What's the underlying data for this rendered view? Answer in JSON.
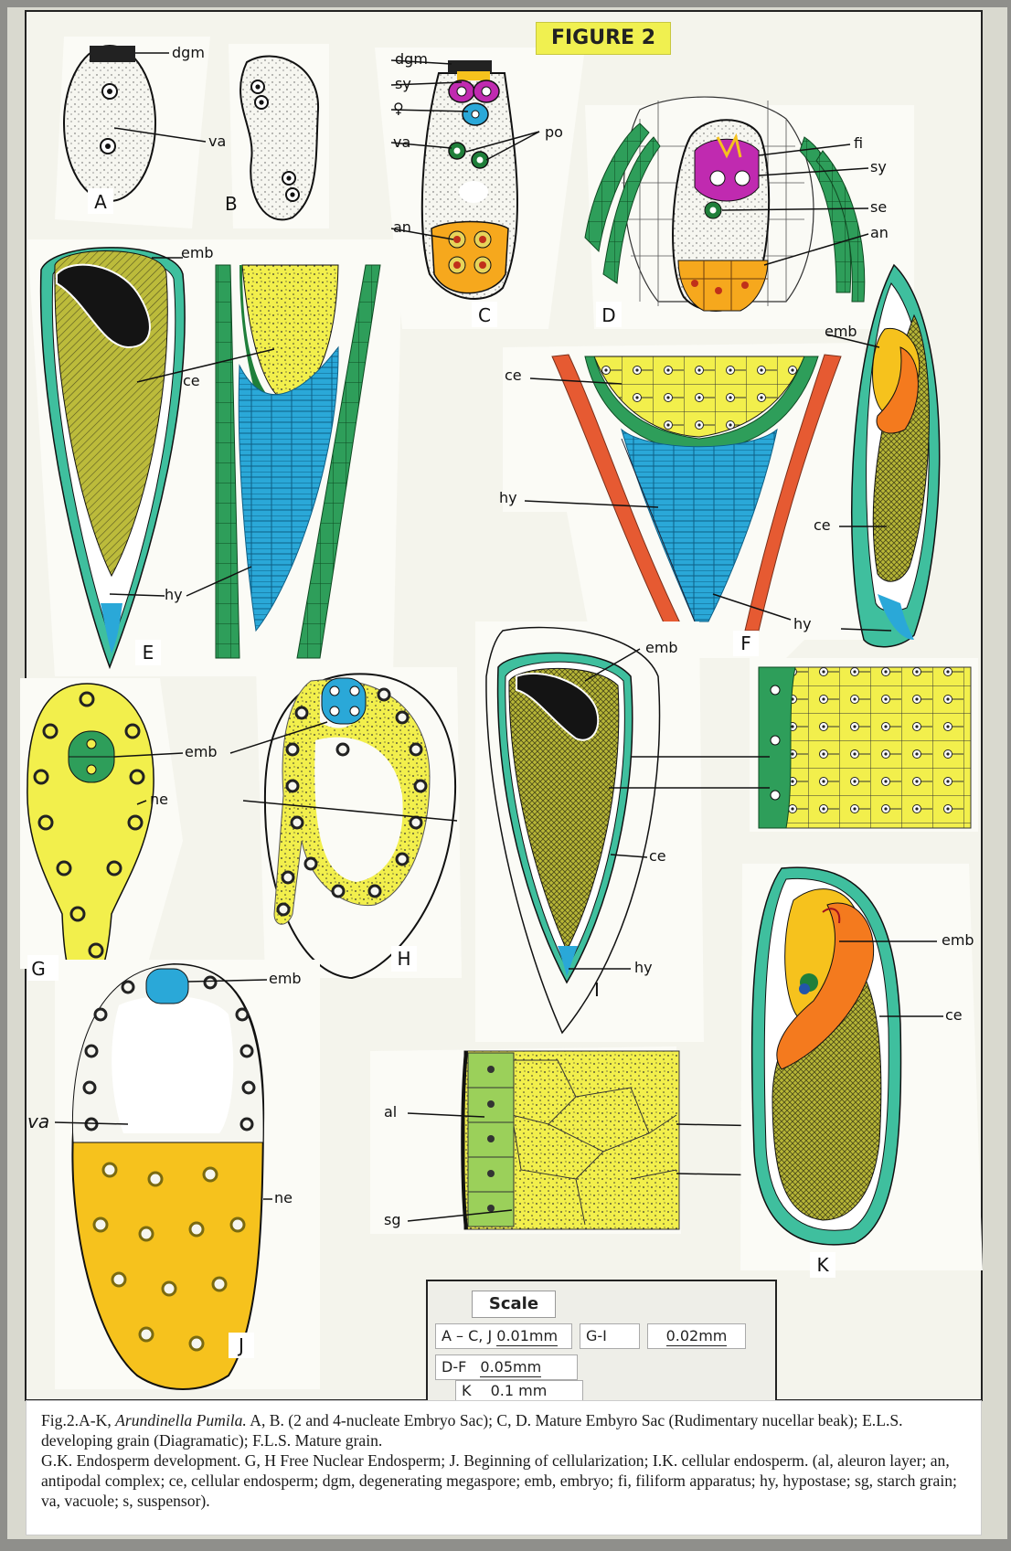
{
  "figure_title": "FIGURE 2",
  "panels": {
    "A": "A",
    "B": "B",
    "C": "C",
    "D": "D",
    "E": "E",
    "F": "F",
    "G": "G",
    "H": "H",
    "I": "I",
    "J": "J",
    "K": "K"
  },
  "labels": {
    "dgm": "dgm",
    "va": "va",
    "sy": "sy",
    "egg": "♀",
    "po": "po",
    "an": "an",
    "fi": "fi",
    "se": "se",
    "emb": "emb",
    "ce": "ce",
    "hy": "hy",
    "ne": "ne",
    "al": "al",
    "sg": "sg",
    "va_italic": "va"
  },
  "scale": {
    "title": "Scale",
    "row1": "A – C, J",
    "row1_bar": "0.01mm",
    "row1b": "G-I",
    "row1b_bar": "0.02mm",
    "row2": "D-F",
    "row2_bar": "0.05mm",
    "row3": "K",
    "row3_bar": "0.1 mm"
  },
  "caption": {
    "lead": "Fig.2.A-K, ",
    "species": "Arundinella Pumila.",
    "line1_rest": " A, B. (2 and 4-nucleate Embryo Sac); C, D. Mature Embyro Sac (Rudimentary nucellar beak); E.L.S. developing grain (Diagramatic); F.L.S. Mature grain.",
    "line2": "G.K. Endosperm development. G, H Free Nuclear Endosperm; J. Beginning of cellularization; I.K. cellular endosperm. (al, aleuron layer; an, antipodal complex; ce, cellular endosperm; dgm, degenerating megaspore; emb, embryo; fi, filiform apparatus; hy, hypostase; sg, starch grain; va, vacuole; s, suspensor)."
  },
  "colors": {
    "background": "#f4f4ec",
    "endosperm": "#b9b83a",
    "yellow": "#f2ef4c",
    "green": "#2e9e5a",
    "teal": "#3fbf9e",
    "blue": "#2aa8d8",
    "magenta": "#c02ab0",
    "orange": "#f47a1e",
    "dark_green": "#1f7f3a",
    "embryo_yellow": "#f6c21d"
  }
}
